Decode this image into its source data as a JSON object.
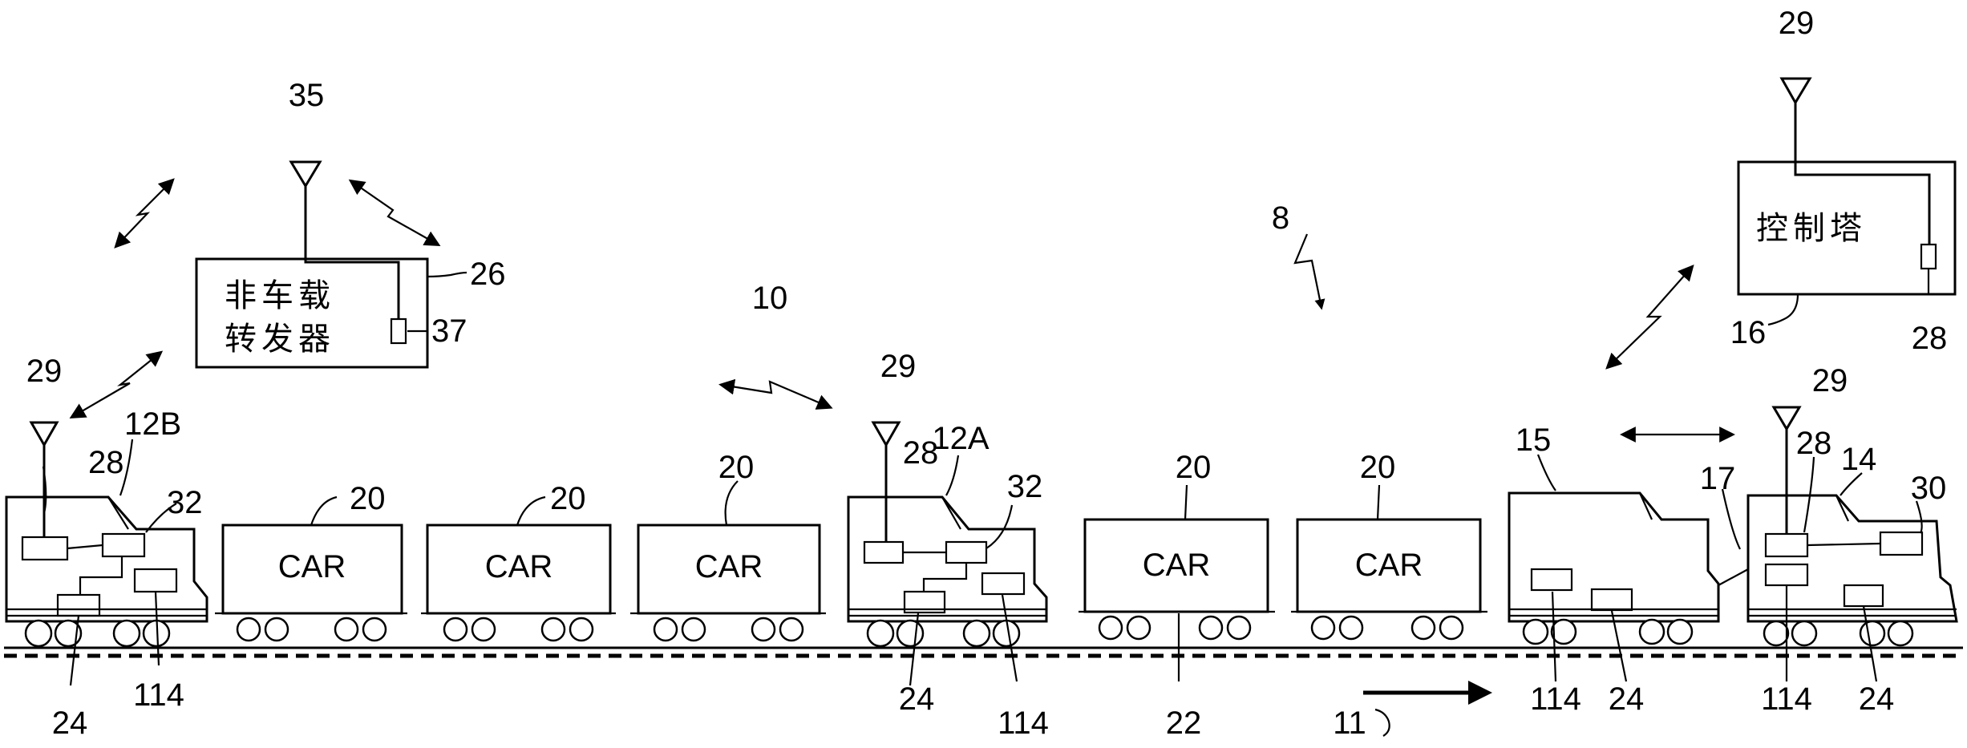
{
  "boxes": {
    "offboard_transponder": {
      "label_line1": "非车载",
      "label_line2": "转发器"
    },
    "control_tower": {
      "label": "控制塔"
    }
  },
  "cars": {
    "label": "CAR"
  },
  "refs": {
    "r8": "8",
    "r10": "10",
    "r11": "11",
    "r12a": "12A",
    "r12b": "12B",
    "r14": "14",
    "r15": "15",
    "r16": "16",
    "r17": "17",
    "r20": "20",
    "r22": "22",
    "r24": "24",
    "r26": "26",
    "r28": "28",
    "r29": "29",
    "r30": "30",
    "r32": "32",
    "r35": "35",
    "r37": "37",
    "r114": "114"
  }
}
